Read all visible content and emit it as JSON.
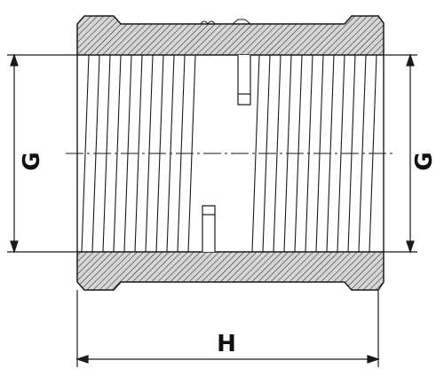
{
  "labels": {
    "diameter_left": "G",
    "diameter_right": "G",
    "length": "H"
  },
  "colors": {
    "line": "#1a1a1a",
    "hatch": "#333333",
    "body_fill": "#d6d6d6",
    "background": "#ffffff"
  }
}
